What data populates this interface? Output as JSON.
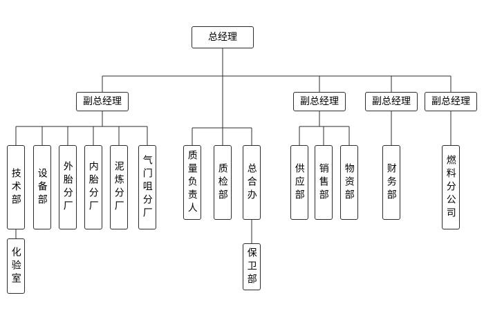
{
  "colors": {
    "background": "#ffffff",
    "line": "#2b2b2b",
    "box_border": "#2b2b2b",
    "text": "#000000"
  },
  "nodes": {
    "general_manager": "总经理",
    "deputy_gm_1": "副总经理",
    "deputy_gm_2": "副总经理",
    "deputy_gm_3": "副总经理",
    "deputy_gm_4": "副总经理",
    "tech_dept": "技术部",
    "equipment_dept": "设备部",
    "outer_tire_plant": "外胎分厂",
    "inner_tube_plant": "内胎分厂",
    "mixing_plant": "泥炼分厂",
    "valve_plant": "气门咀分厂",
    "lab": "化验室",
    "quality_lead": "质量负责人",
    "quality_inspection_dept": "质检部",
    "general_office": "总合办",
    "security_dept": "保卫部",
    "supply_dept": "供应部",
    "sales_dept": "销售部",
    "materials_dept": "物资部",
    "finance_dept": "财务部",
    "fuel_branch": "燃料分公司"
  },
  "edges": [
    [
      "总经理",
      "副总经理#1"
    ],
    [
      "总经理",
      "质量负责人"
    ],
    [
      "总经理",
      "质检部"
    ],
    [
      "总经理",
      "总合办"
    ],
    [
      "总经理",
      "副总经理#2"
    ],
    [
      "总经理",
      "副总经理#3"
    ],
    [
      "总经理",
      "副总经理#4"
    ],
    [
      "副总经理#1",
      "技术部"
    ],
    [
      "副总经理#1",
      "设备部"
    ],
    [
      "副总经理#1",
      "外胎分厂"
    ],
    [
      "副总经理#1",
      "内胎分厂"
    ],
    [
      "副总经理#1",
      "泥炼分厂"
    ],
    [
      "副总经理#1",
      "气门咀分厂"
    ],
    [
      "技术部",
      "化验室"
    ],
    [
      "总合办",
      "保卫部"
    ],
    [
      "副总经理#2",
      "供应部"
    ],
    [
      "副总经理#2",
      "销售部"
    ],
    [
      "副总经理#2",
      "物资部"
    ],
    [
      "副总经理#3",
      "财务部"
    ],
    [
      "副总经理#4",
      "燃料分公司"
    ]
  ]
}
